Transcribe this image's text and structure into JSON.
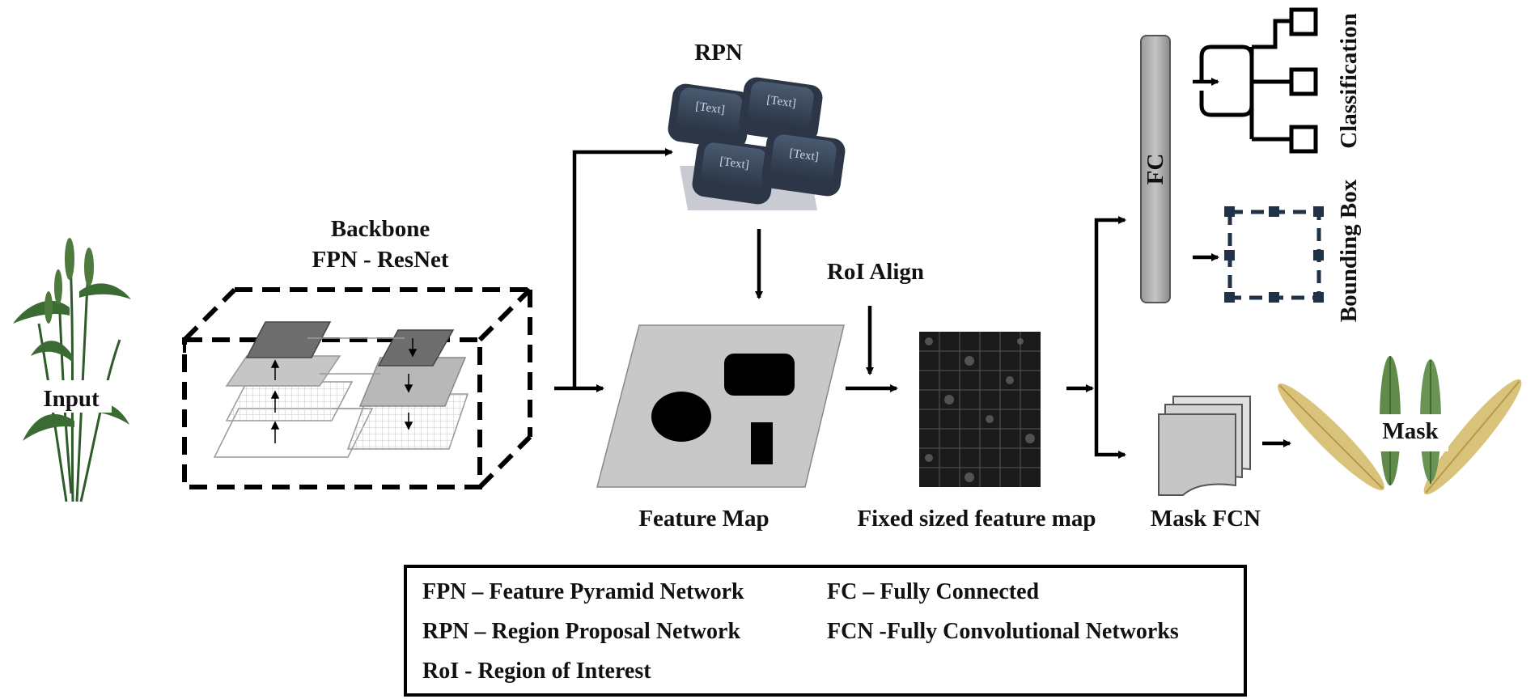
{
  "labels": {
    "input": "Input",
    "backbone_line1": "Backbone",
    "backbone_line2": "FPN - ResNet",
    "rpn": "RPN",
    "roi_align": "RoI Align",
    "feature_map": "Feature Map",
    "fixed_feature_map": "Fixed sized feature map",
    "fc": "FC",
    "classification": "Classification",
    "bounding_box": "Bounding Box",
    "mask_fcn": "Mask FCN",
    "mask": "Mask"
  },
  "rpn_keys": [
    "[Text]",
    "[Text]",
    "[Text]",
    "[Text]"
  ],
  "legend": {
    "fpn": "FPN – Feature Pyramid Network",
    "rpn": "RPN – Region Proposal Network",
    "roi": "RoI - Region of Interest",
    "fc": "FC – Fully Connected",
    "fcn": "FCN -Fully Convolutional Networks"
  }
}
